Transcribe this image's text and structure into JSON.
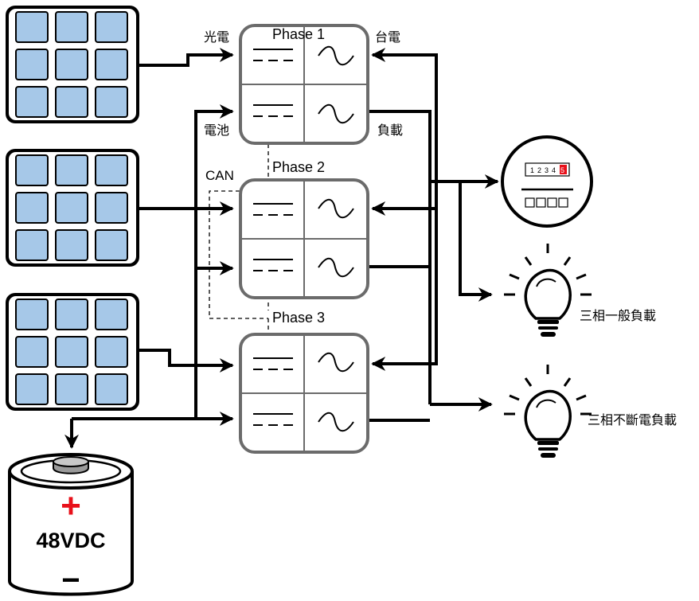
{
  "phases": [
    {
      "id": "phase-1",
      "label": "Phase 1"
    },
    {
      "id": "phase-2",
      "label": "Phase 2"
    },
    {
      "id": "phase-3",
      "label": "Phase 3"
    }
  ],
  "port_labels": {
    "pv": "光電",
    "grid": "台電",
    "battery": "電池",
    "load": "負載",
    "can": "CAN"
  },
  "meter": {
    "digits": [
      "1",
      "2",
      "3",
      "4",
      "5"
    ],
    "highlight_color": "#e8101a"
  },
  "loads": {
    "general": "三相一般負載",
    "ups": "三相不斷電負載"
  },
  "battery": {
    "voltage": "48VDC",
    "plus": "+",
    "minus": "−",
    "plus_color": "#e8101a"
  },
  "colors": {
    "pv_cell": "#a6c8e8",
    "inverter_border": "#6b6b6b",
    "wire": "#000000"
  }
}
